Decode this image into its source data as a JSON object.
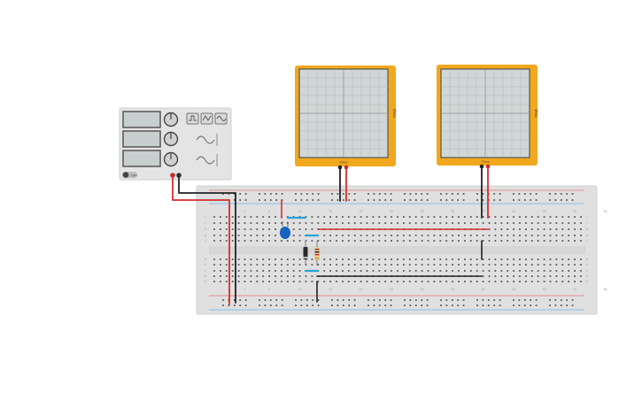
{
  "function_generator": {
    "amplitude_label": "",
    "power_label": "OFF",
    "waveforms": [
      "square",
      "triangle",
      "sine"
    ]
  },
  "oscilloscopes": [
    {
      "side_label": "V/div",
      "time_label": "T/ms"
    },
    {
      "side_label": "V/div",
      "time_label": "T/ms"
    }
  ],
  "breadboard": {
    "column_numbers": [
      "1",
      "5",
      "10",
      "15",
      "20",
      "25",
      "30",
      "35",
      "40",
      "45",
      "50",
      "55",
      "60"
    ],
    "row_letters_top": [
      "j",
      "i",
      "h",
      "g",
      "f"
    ],
    "row_letters_bottom": [
      "e",
      "d",
      "c",
      "b",
      "a"
    ]
  },
  "colors": {
    "wire_red": "#d32f2f",
    "wire_black": "#222222",
    "scope_frame": "#f2a81d",
    "scope_screen": "#cfd8d6",
    "breadboard": "#e0e0e0",
    "jumper_blue": "#29a3d6",
    "capacitor": "#1565c0"
  }
}
